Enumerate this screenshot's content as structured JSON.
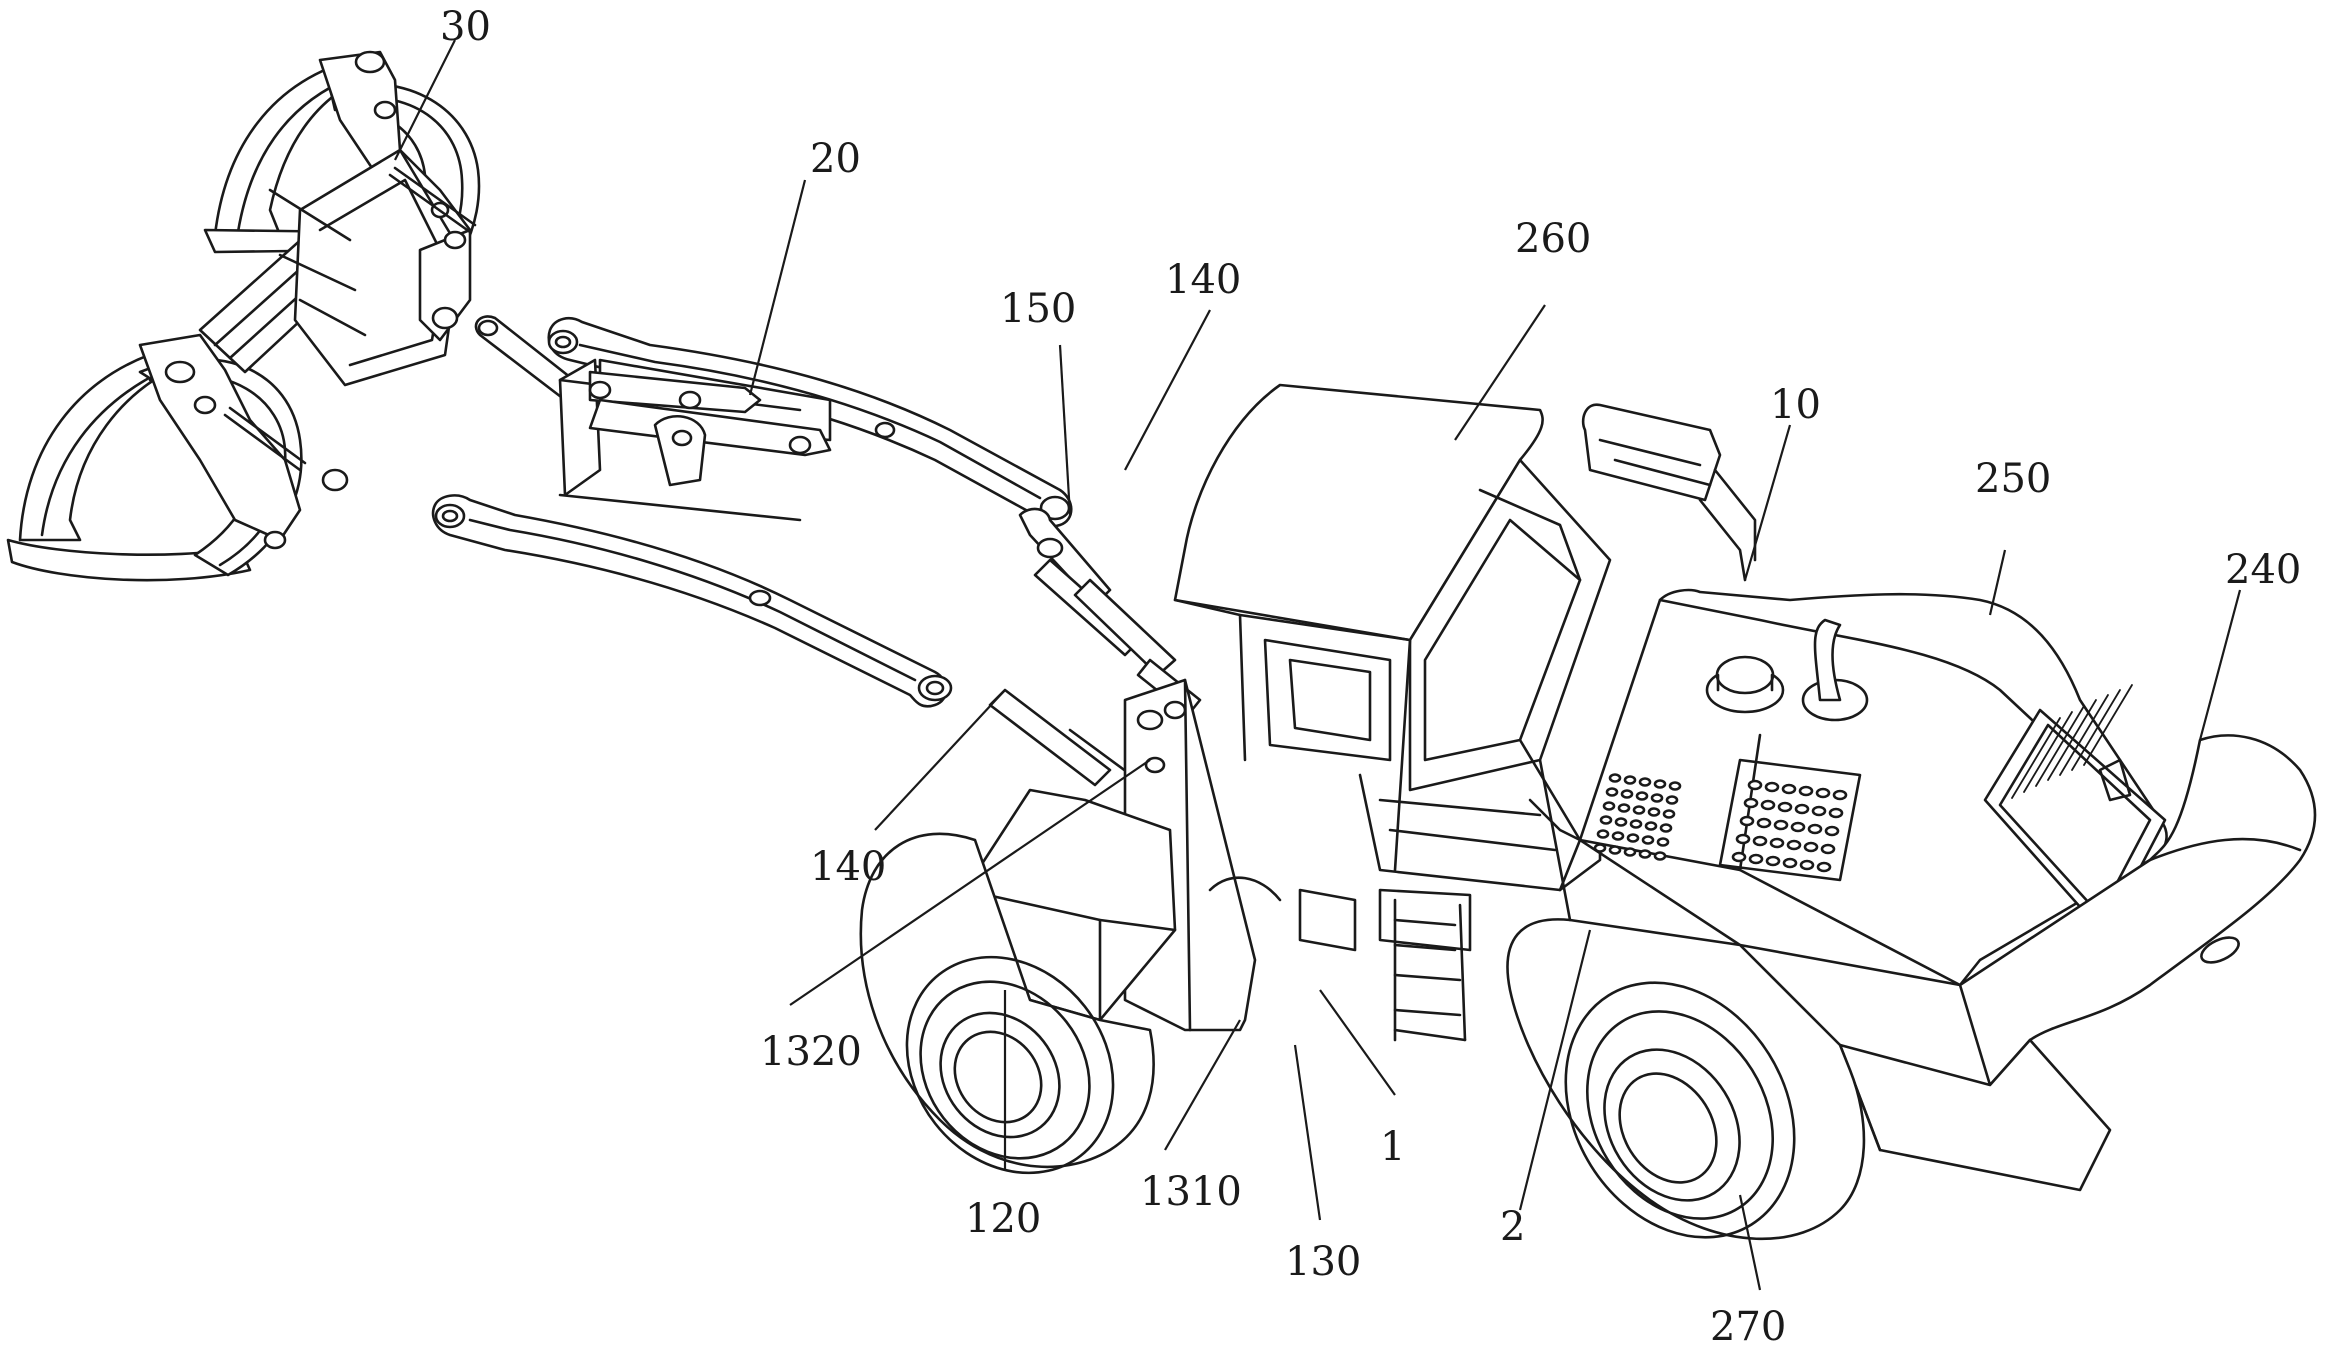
{
  "reference_numerals": {
    "r30": "30",
    "r20": "20",
    "r150": "150",
    "r140_top": "140",
    "r260": "260",
    "r10": "10",
    "r250": "250",
    "r240": "240",
    "r140_bottom": "140",
    "r1320": "1320",
    "r120": "120",
    "r1310": "1310",
    "r130": "130",
    "r1": "1",
    "r2": "2",
    "r270": "270"
  }
}
